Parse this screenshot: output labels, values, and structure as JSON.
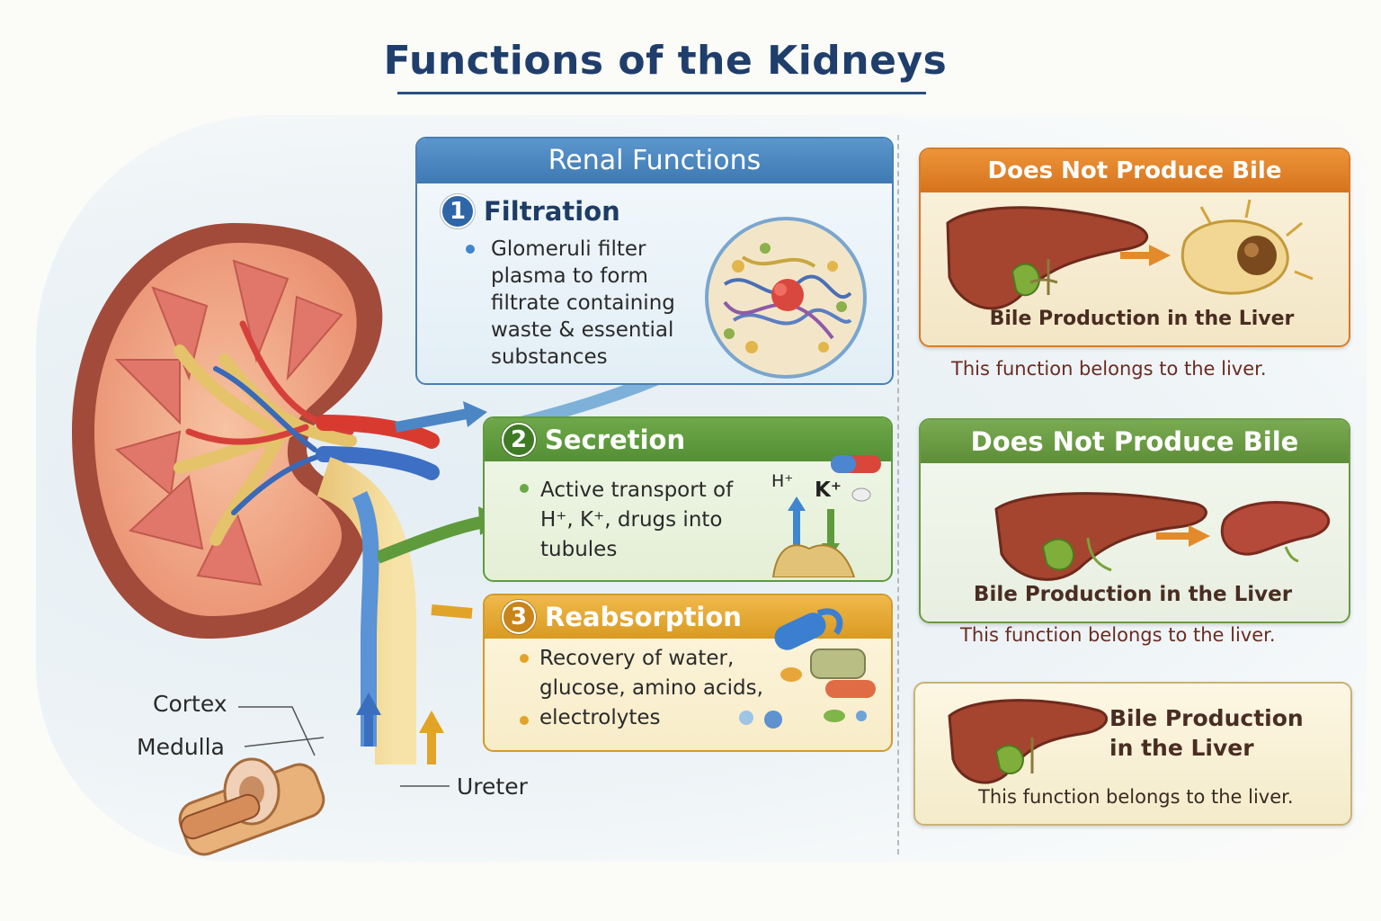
{
  "title": "Functions of the Kidneys",
  "renal": {
    "header": "Renal Functions",
    "filtration": {
      "number": "1",
      "title": "Filtration",
      "lines": [
        "Glomeruli filter",
        "plasma to form",
        "filtrate containing",
        "waste & essential",
        "substances"
      ]
    },
    "secretion": {
      "number": "2",
      "title": "Secretion",
      "lines": [
        "Active transport of",
        "H⁺, K⁺, drugs into",
        "tubules"
      ],
      "ion_h": "H⁺",
      "ion_k": "K⁺"
    },
    "reabsorption": {
      "number": "3",
      "title": "Reabsorption",
      "items": [
        "Recovery of water,",
        "glucose, amino acids,",
        "electrolytes"
      ]
    }
  },
  "kidney_labels": {
    "cortex": "Cortex",
    "medulla": "Medulla",
    "ureter": "Ureter"
  },
  "liver_cards": [
    {
      "header": "Does Not Produce Bile",
      "caption": "Bile Production in the Liver",
      "note": "This function belongs to the liver."
    },
    {
      "header": "Does Not Produce Bile",
      "caption": "Bile Production in the Liver",
      "note": "This function belongs to the liver."
    },
    {
      "caption_line1": "Bile Production",
      "caption_line2": "in the Liver",
      "note": "This function belongs to the liver."
    }
  ],
  "colors": {
    "title": "#1f3e6c",
    "renal_blue": "#3f79b3",
    "secretion_green": "#558f35",
    "reabsorption_orange": "#d99a22",
    "card_orange": "#e08428",
    "card_green": "#6c9a45",
    "liver_brown": "#8c3a2a"
  }
}
